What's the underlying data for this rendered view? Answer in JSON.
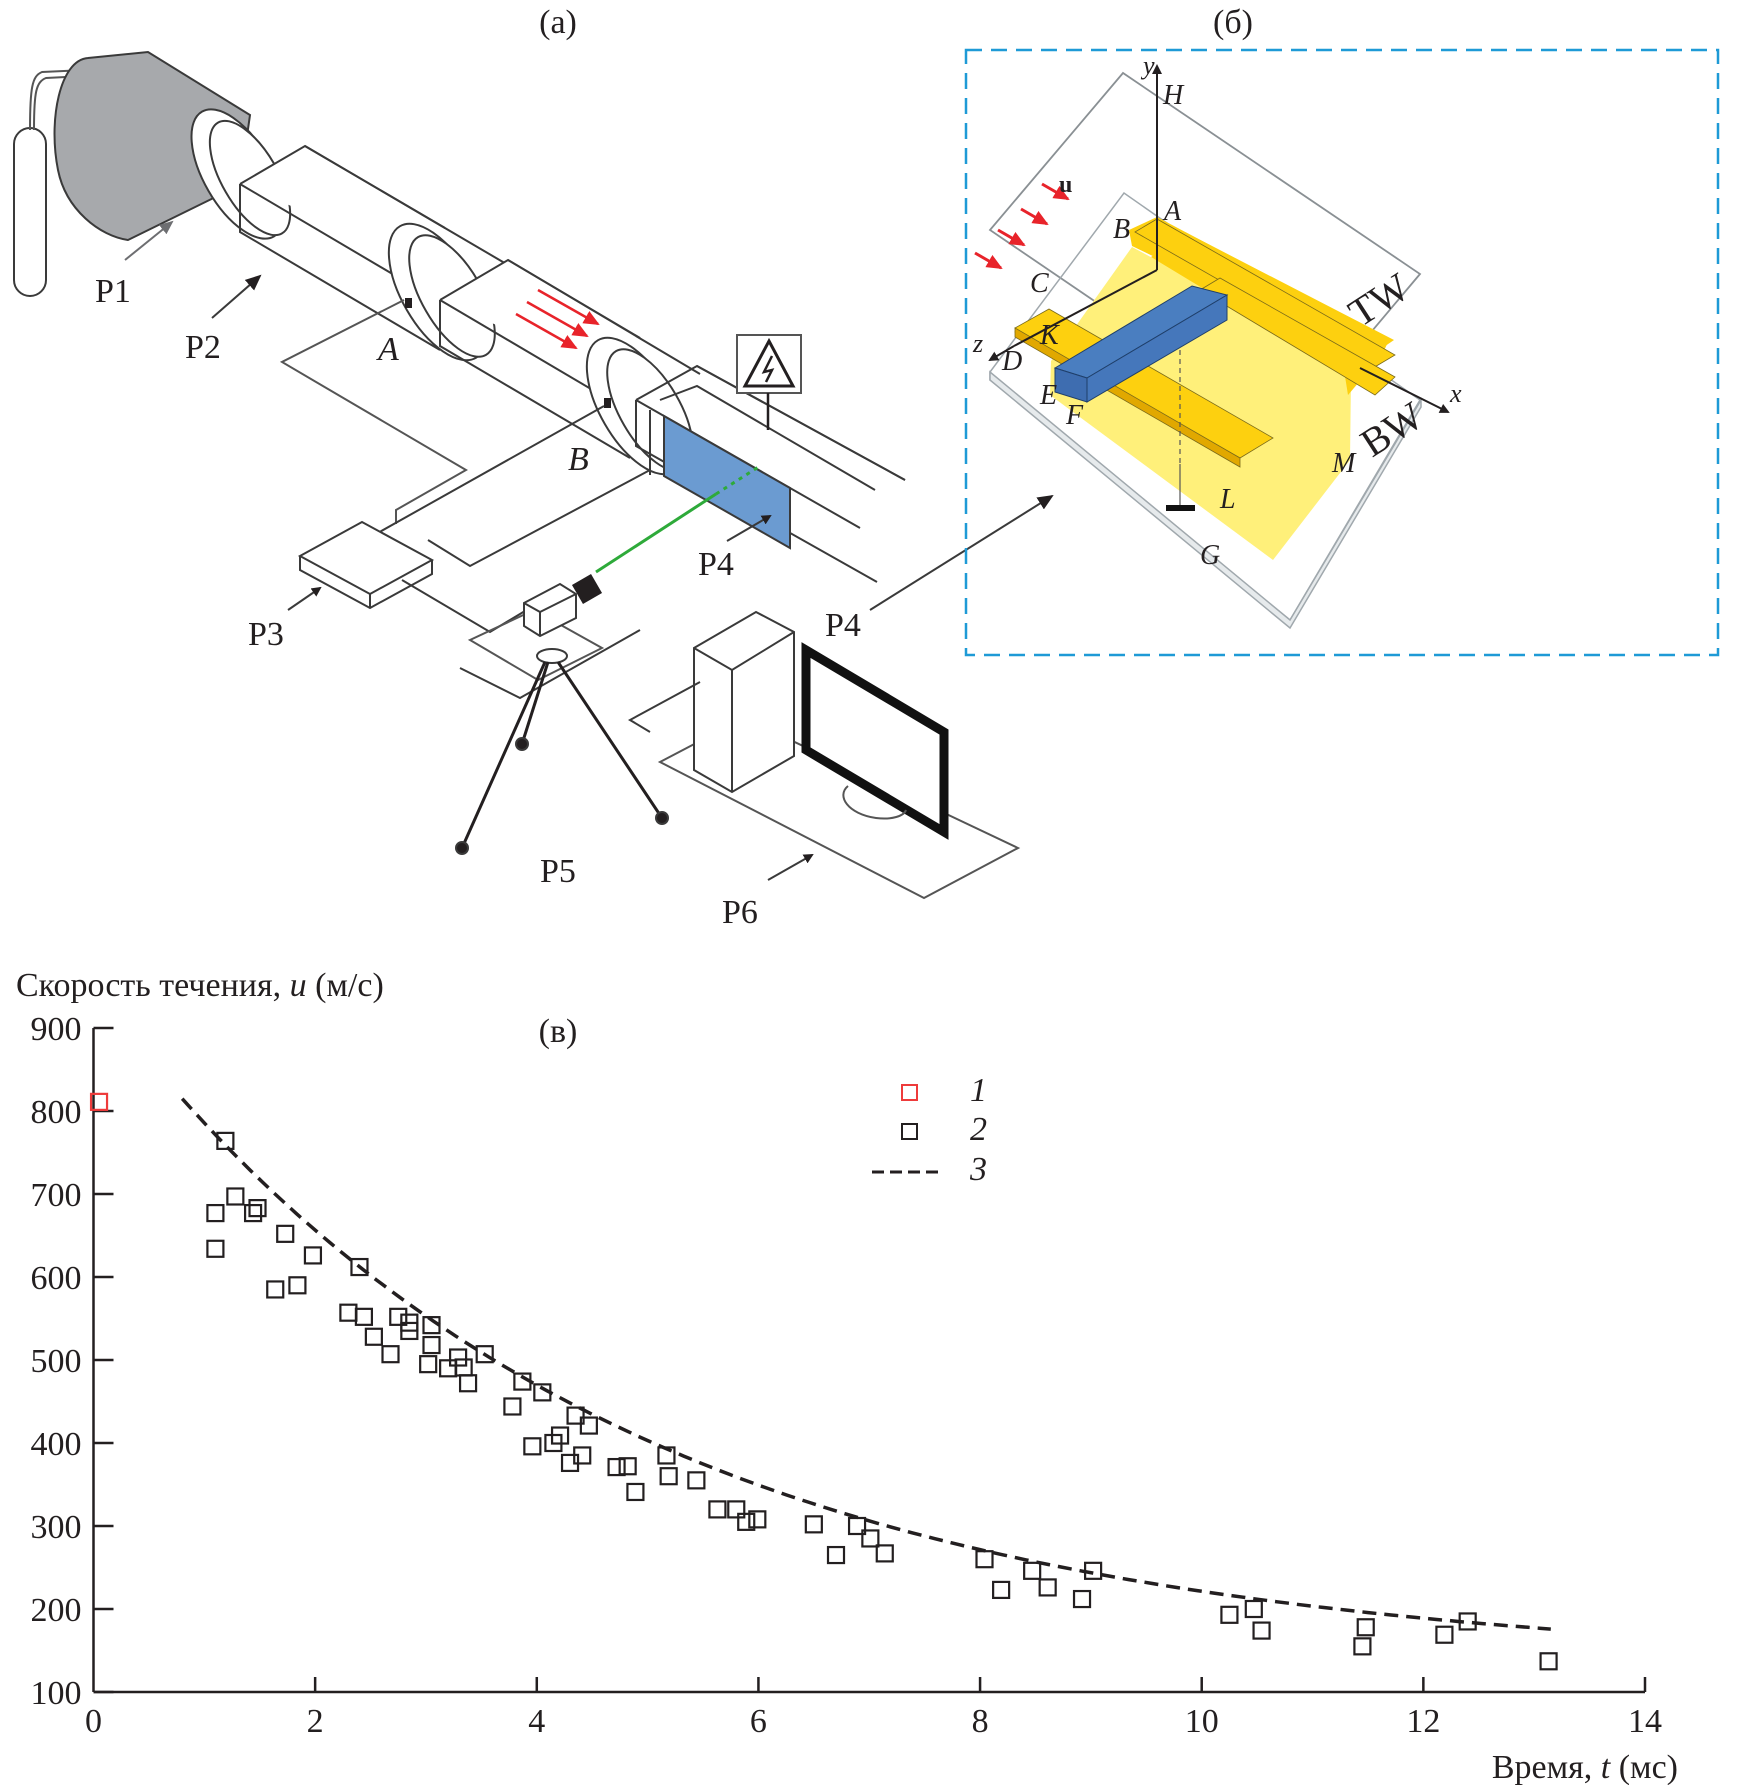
{
  "panel_a": {
    "label": "(a)",
    "parts": {
      "p1": "P1",
      "p2": "P2",
      "p3": "P3",
      "p4": "P4",
      "p4_link": "P4",
      "p5": "P5",
      "p6": "P6"
    },
    "sensor_a": "A",
    "sensor_b": "B",
    "colors": {
      "driver_section": "#a7a9ac",
      "test_section": "#6b9bd1",
      "laser": "#2eaa3a",
      "flow_arrows": "#e8232a"
    }
  },
  "panel_b": {
    "label": "(б)",
    "axes": {
      "y": "y",
      "x": "x",
      "z": "z"
    },
    "points": {
      "H": "H",
      "A": "A",
      "B": "B",
      "C": "C",
      "D": "D",
      "K": "K",
      "E": "E",
      "F": "F",
      "G": "G",
      "L": "L",
      "M": "M"
    },
    "top_wall": "TW",
    "bottom_wall": "BW",
    "flow_label": "u",
    "colors": {
      "frame": "#1e9ad6",
      "electrode": "#fdd00f",
      "dielectric": "#fff07a",
      "actuator": "#4a7ec0",
      "flow_arrows": "#e8232a"
    }
  },
  "panel_c": {
    "label": "(в)"
  },
  "chart_data": {
    "type": "scatter",
    "title": "",
    "xlabel": "Время, t (мс)",
    "xlabel_parts": [
      "Время, ",
      "t",
      " (мс)"
    ],
    "ylabel": "Скорость течения, u (м/с)",
    "ylabel_parts": [
      "Скорость течения, ",
      "u",
      " (м/с)"
    ],
    "xlim": [
      0,
      14
    ],
    "ylim": [
      100,
      900
    ],
    "xticks": [
      0,
      2,
      4,
      6,
      8,
      10,
      12,
      14
    ],
    "yticks": [
      100,
      200,
      300,
      400,
      500,
      600,
      700,
      800,
      900
    ],
    "grid": false,
    "legend_position": "top-center",
    "legend": [
      {
        "label": "1",
        "marker": "square",
        "color": "#ee3b3b"
      },
      {
        "label": "2",
        "marker": "square",
        "color": "#231f20"
      },
      {
        "label": "3",
        "marker": "dashed-line",
        "color": "#231f20"
      }
    ],
    "series": [
      {
        "name": "1",
        "color": "#ee3b3b",
        "points": [
          [
            0.05,
            811
          ]
        ]
      },
      {
        "name": "2",
        "color": "#231f20",
        "points": [
          [
            1.19,
            764
          ],
          [
            1.28,
            697
          ],
          [
            1.1,
            677
          ],
          [
            1.44,
            677
          ],
          [
            1.48,
            683
          ],
          [
            1.1,
            634
          ],
          [
            1.73,
            652
          ],
          [
            1.98,
            626
          ],
          [
            1.64,
            585
          ],
          [
            1.84,
            590
          ],
          [
            2.4,
            612
          ],
          [
            2.3,
            557
          ],
          [
            2.44,
            552
          ],
          [
            2.53,
            528
          ],
          [
            2.68,
            507
          ],
          [
            2.75,
            552
          ],
          [
            2.85,
            535
          ],
          [
            2.85,
            545
          ],
          [
            3.05,
            542
          ],
          [
            3.05,
            518
          ],
          [
            3.02,
            495
          ],
          [
            3.2,
            490
          ],
          [
            3.29,
            503
          ],
          [
            3.34,
            491
          ],
          [
            3.38,
            472
          ],
          [
            3.53,
            507
          ],
          [
            3.78,
            444
          ],
          [
            3.87,
            474
          ],
          [
            4.05,
            461
          ],
          [
            3.96,
            396
          ],
          [
            4.15,
            400
          ],
          [
            4.21,
            409
          ],
          [
            4.35,
            433
          ],
          [
            4.47,
            421
          ],
          [
            4.3,
            376
          ],
          [
            4.41,
            385
          ],
          [
            4.72,
            371
          ],
          [
            4.82,
            372
          ],
          [
            4.89,
            341
          ],
          [
            5.17,
            385
          ],
          [
            5.19,
            360
          ],
          [
            5.44,
            355
          ],
          [
            5.63,
            320
          ],
          [
            5.8,
            320
          ],
          [
            5.89,
            305
          ],
          [
            5.99,
            308
          ],
          [
            6.5,
            302
          ],
          [
            6.7,
            265
          ],
          [
            6.89,
            300
          ],
          [
            7.01,
            285
          ],
          [
            7.14,
            267
          ],
          [
            8.04,
            260
          ],
          [
            8.19,
            223
          ],
          [
            8.47,
            246
          ],
          [
            8.61,
            226
          ],
          [
            8.92,
            212
          ],
          [
            9.02,
            246
          ],
          [
            10.25,
            193
          ],
          [
            10.47,
            200
          ],
          [
            10.54,
            174
          ],
          [
            11.48,
            178
          ],
          [
            11.45,
            155
          ],
          [
            12.19,
            169
          ],
          [
            12.4,
            185
          ],
          [
            13.13,
            137
          ]
        ]
      },
      {
        "name": "3",
        "color": "#231f20",
        "style": "dashed",
        "fit": {
          "form": "u = c + a*exp(-k*t)",
          "a": 816,
          "k": 0.219,
          "c": 130,
          "t_range": [
            0.8,
            13.15
          ]
        }
      }
    ]
  }
}
